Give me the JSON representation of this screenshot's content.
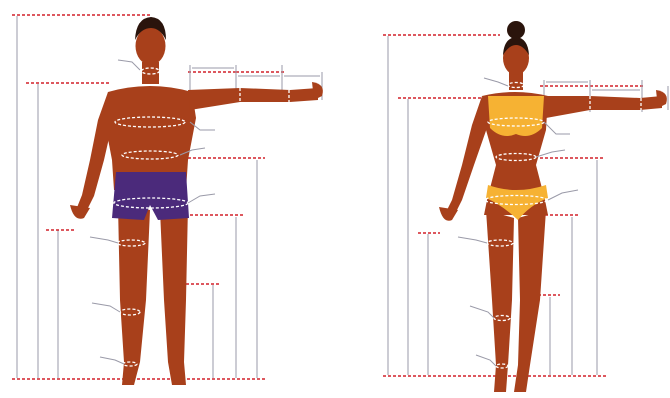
{
  "figures": [
    {
      "id": "male",
      "skin": "#a8401b",
      "skin_dark": "#8e3414",
      "hair": "#2a140c",
      "garment": "#4b2a7b"
    },
    {
      "id": "female",
      "skin": "#a8401b",
      "skin_dark": "#8e3414",
      "hair": "#2a140c",
      "garment": "#f6b233"
    }
  ],
  "colors": {
    "guide_red": "#d2202a",
    "guide_grey": "#9a9aa8",
    "tape_white": "#ffffff",
    "background": "#ffffff"
  },
  "measurement_points": [
    "height",
    "shoulder-height",
    "arm-span",
    "arm-length",
    "neck",
    "chest",
    "waist",
    "hips",
    "inseam",
    "thigh",
    "knee",
    "calf",
    "ankle"
  ]
}
